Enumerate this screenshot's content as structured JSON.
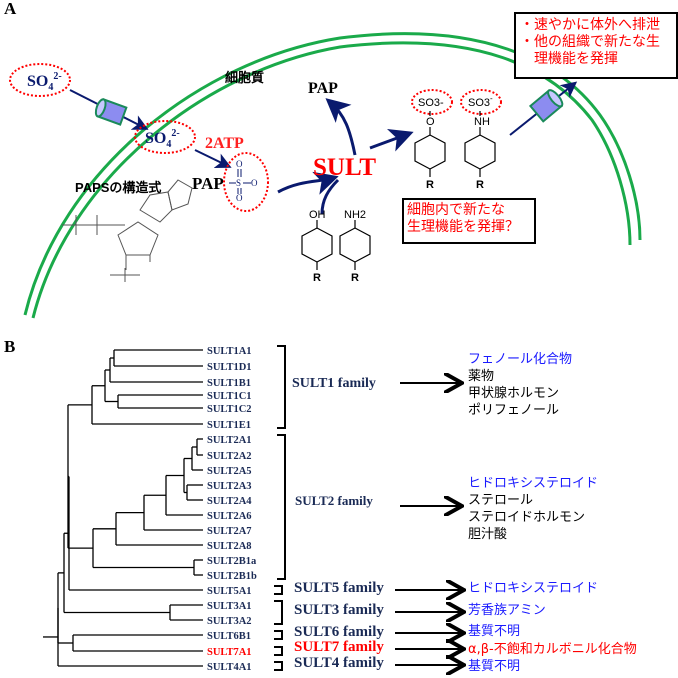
{
  "panel_a": {
    "label": "A",
    "cytoplasm_label": "細胞質",
    "sulfate_outside": {
      "main": "SO",
      "sub": "4",
      "sup": "2-"
    },
    "sulfate_inside": {
      "main": "SO",
      "sub": "4",
      "sup": "2-"
    },
    "atp_label": "2ATP",
    "pap_top": "PAP",
    "paps_pap": "PAP",
    "paps_group": {
      "o_top": "O",
      "s": "S",
      "o_right": "O",
      "o_bottom": "O"
    },
    "sult_label": "SULT",
    "paps_structure_title": "PAPSの構造式",
    "substrate_labels": {
      "oh": "OH",
      "nh2": "NH2",
      "r": "R"
    },
    "product_labels": {
      "so3_1": "SO3-",
      "so3_2": "SO3",
      "so3_2_sup": "-",
      "o": "O",
      "nh": "NH",
      "r": "R"
    },
    "box_outside": [
      "・速やかに体外へ排泄",
      "・他の組織で新たな生",
      "　理機能を発揮"
    ],
    "box_inside": [
      "細胞内で新たな",
      "生理機能を発揮？"
    ],
    "colors": {
      "membrane": "#1aaa4a",
      "arrow": "#0a1a6e",
      "dotted_circle": "#ff0000",
      "channel": "#8c8cf0",
      "sult": "#ff0000"
    }
  },
  "panel_b": {
    "label": "B",
    "leaves": [
      {
        "name": "SULT1A1",
        "color": "#1a2a55"
      },
      {
        "name": "SULT1D1",
        "color": "#1a2a55"
      },
      {
        "name": "SULT1B1",
        "color": "#1a2a55"
      },
      {
        "name": "SULT1C1",
        "color": "#1a2a55"
      },
      {
        "name": "SULT1C2",
        "color": "#1a2a55"
      },
      {
        "name": "SULT1E1",
        "color": "#1a2a55"
      },
      {
        "name": "SULT2A1",
        "color": "#1a2a55"
      },
      {
        "name": "SULT2A2",
        "color": "#1a2a55"
      },
      {
        "name": "SULT2A5",
        "color": "#1a2a55"
      },
      {
        "name": "SULT2A3",
        "color": "#1a2a55"
      },
      {
        "name": "SULT2A4",
        "color": "#1a2a55"
      },
      {
        "name": "SULT2A6",
        "color": "#1a2a55"
      },
      {
        "name": "SULT2A7",
        "color": "#1a2a55"
      },
      {
        "name": "SULT2A8",
        "color": "#1a2a55"
      },
      {
        "name": "SULT2B1a",
        "color": "#1a2a55"
      },
      {
        "name": "SULT2B1b",
        "color": "#1a2a55"
      },
      {
        "name": "SULT5A1",
        "color": "#1a2a55"
      },
      {
        "name": "SULT3A1",
        "color": "#1a2a55"
      },
      {
        "name": "SULT3A2",
        "color": "#1a2a55"
      },
      {
        "name": "SULT6B1",
        "color": "#1a2a55"
      },
      {
        "name": "SULT7A1",
        "color": "#ff0000"
      },
      {
        "name": "SULT4A1",
        "color": "#1a2a55"
      }
    ],
    "families": [
      {
        "label": "SULT1 family",
        "color": "#1a2a55",
        "substrates": [
          {
            "text": "フェノール化合物",
            "color": "#1a1aff"
          },
          {
            "text": "薬物",
            "color": "#000000"
          },
          {
            "text": "甲状腺ホルモン",
            "color": "#000000"
          },
          {
            "text": "ポリフェノール",
            "color": "#000000"
          }
        ]
      },
      {
        "label": "SULT2 family",
        "color": "#1a2a55",
        "substrates": [
          {
            "text": "ヒドロキシステロイド",
            "color": "#1a1aff"
          },
          {
            "text": "ステロール",
            "color": "#000000"
          },
          {
            "text": "ステロイドホルモン",
            "color": "#000000"
          },
          {
            "text": "胆汁酸",
            "color": "#000000"
          }
        ]
      },
      {
        "label": "SULT5 family",
        "color": "#1a2a55",
        "substrates": [
          {
            "text": "ヒドロキシステロイド",
            "color": "#1a1aff"
          }
        ]
      },
      {
        "label": "SULT3 family",
        "color": "#1a2a55",
        "substrates": [
          {
            "text": "芳香族アミン",
            "color": "#1a1aff"
          }
        ]
      },
      {
        "label": "SULT6 family",
        "color": "#1a2a55",
        "substrates": [
          {
            "text": "基質不明",
            "color": "#1a1aff"
          }
        ]
      },
      {
        "label": "SULT7 family",
        "color": "#ff0000",
        "substrates": [
          {
            "text": "α,β-不飽和カルボニル化合物",
            "color": "#ff0000"
          }
        ]
      },
      {
        "label": "SULT4 family",
        "color": "#1a2a55",
        "substrates": [
          {
            "text": "基質不明",
            "color": "#1a1aff"
          }
        ]
      }
    ]
  }
}
